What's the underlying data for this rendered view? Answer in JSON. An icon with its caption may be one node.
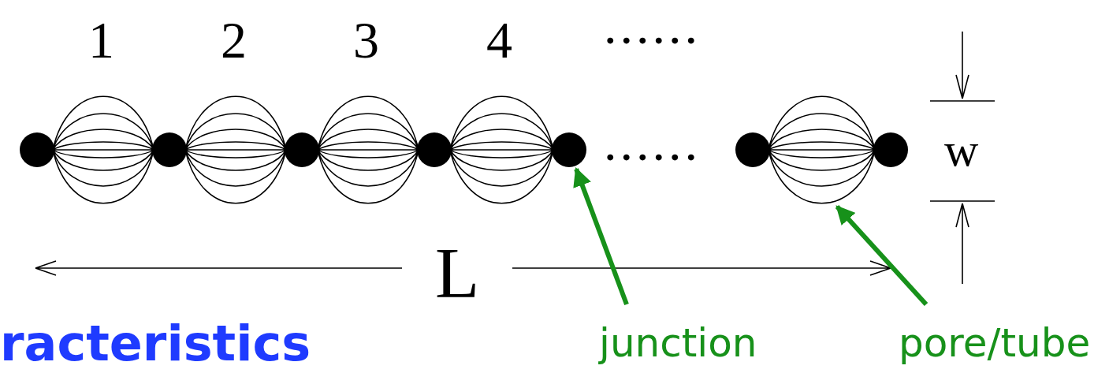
{
  "diagram": {
    "nodes": [
      {
        "text": [],
        "shape": "circle"
      },
      {
        "text": [],
        "shape": "circle"
      },
      {
        "text": [],
        "shape": "circle"
      },
      {
        "text": [],
        "shape": "circle"
      },
      {
        "text": [],
        "shape": "circle"
      },
      {
        "text": [],
        "shape": "circle"
      },
      {
        "text": [],
        "shape": "circle"
      },
      {
        "text": [
          "junction"
        ]
      },
      {
        "text": [
          "pore/tube"
        ]
      }
    ],
    "edges": [
      {
        "from": 0,
        "to": 1,
        "arrow": "none"
      },
      {
        "from": 1,
        "to": 2,
        "arrow": "none"
      },
      {
        "from": 2,
        "to": 3,
        "arrow": "none"
      },
      {
        "from": 3,
        "to": 4,
        "arrow": "none"
      },
      {
        "from": 5,
        "to": 6,
        "arrow": "none"
      },
      {
        "from": 7,
        "to": 4,
        "arrow": "to",
        "style": "thick",
        "color": "#17911a"
      },
      {
        "from": 8,
        "to": null,
        "arrow": "to",
        "style": "thick",
        "color": "#17911a"
      }
    ],
    "labels": [
      "1",
      "2",
      "3",
      "4",
      "......",
      "......",
      "w",
      "L",
      "racteristics"
    ]
  }
}
